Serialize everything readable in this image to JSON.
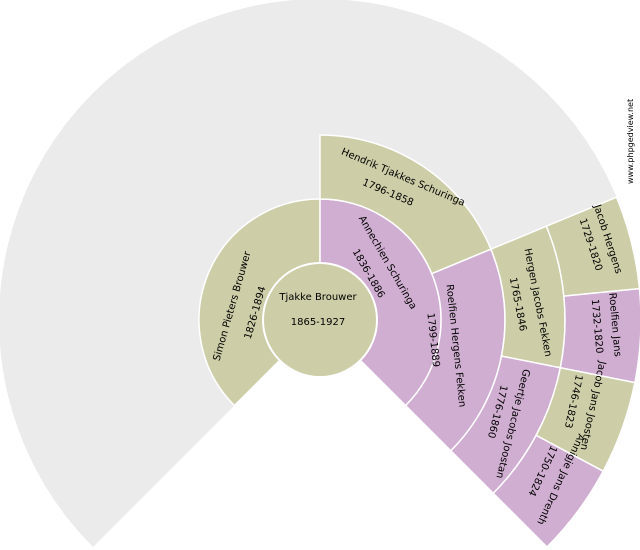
{
  "colors": {
    "background_fan": "#ebebeb",
    "male": "#cdcda8",
    "female": "#d0aed1",
    "separator": "#ffffff"
  },
  "root": {
    "name": "Tjakke Brouwer",
    "years": "1865-1927"
  },
  "people": [
    {
      "id": "father",
      "gen": 1,
      "name": "Simon Pieters Brouwer",
      "years": "1826-1894",
      "sex": "male"
    },
    {
      "id": "mother",
      "gen": 1,
      "name": "Annechien Schuringa",
      "years": "1836-1886",
      "sex": "female"
    },
    {
      "id": "mm-father",
      "gen": 2,
      "name": "Hendrik Tjakkes Schuringa",
      "years": "1796-1858",
      "sex": "male"
    },
    {
      "id": "mm-mother",
      "gen": 2,
      "name": "Roelfien Hergens Fekken",
      "years": "1799-1889",
      "sex": "female"
    },
    {
      "id": "mmm-father",
      "gen": 3,
      "name": "Hergen Jacobs Fekken",
      "years": "1765-1846",
      "sex": "male"
    },
    {
      "id": "mmm-mother",
      "gen": 3,
      "name": "Geertje Jacobs Joostan",
      "years": "1776-1860",
      "sex": "female"
    },
    {
      "id": "g4-1",
      "gen": 4,
      "name": "Jacob Hergens",
      "years": "1729-1820",
      "sex": "male"
    },
    {
      "id": "g4-2",
      "gen": 4,
      "name": "Roelfien Jans",
      "years": "1732-1820",
      "sex": "female"
    },
    {
      "id": "g4-3",
      "gen": 4,
      "name": "Jacob Jans Joosten",
      "years": "1746-1823",
      "sex": "male"
    },
    {
      "id": "g4-4",
      "gen": 4,
      "name": "Annigje Jans Drenth",
      "years": "1750-1824",
      "sex": "female"
    }
  ],
  "watermark": "www.phpgedview.net"
}
